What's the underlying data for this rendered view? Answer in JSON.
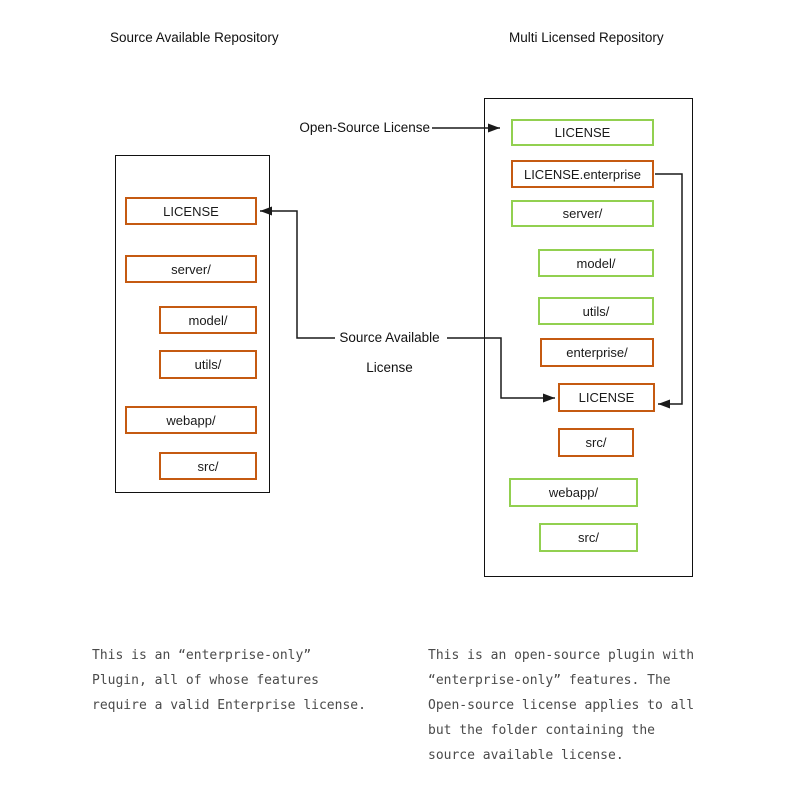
{
  "colors": {
    "orange_border": "#C55A11",
    "green_border": "#92D050",
    "line": "#1a1a1a",
    "background": "#ffffff"
  },
  "titles": {
    "left": "Source Available Repository",
    "right": "Multi Licensed Repository"
  },
  "left_repo": {
    "items": [
      {
        "label": "LICENSE",
        "color": "orange"
      },
      {
        "label": "server/",
        "color": "orange"
      },
      {
        "label": "model/",
        "color": "orange"
      },
      {
        "label": "utils/",
        "color": "orange"
      },
      {
        "label": "webapp/",
        "color": "orange"
      },
      {
        "label": "src/",
        "color": "orange"
      }
    ]
  },
  "right_repo": {
    "items": [
      {
        "label": "LICENSE",
        "color": "green"
      },
      {
        "label": "LICENSE.enterprise",
        "color": "orange"
      },
      {
        "label": "server/",
        "color": "green"
      },
      {
        "label": "model/",
        "color": "green"
      },
      {
        "label": "utils/",
        "color": "green"
      },
      {
        "label": "enterprise/",
        "color": "orange"
      },
      {
        "label": "LICENSE",
        "color": "orange"
      },
      {
        "label": "src/",
        "color": "orange"
      },
      {
        "label": "webapp/",
        "color": "green"
      },
      {
        "label": "src/",
        "color": "green"
      }
    ]
  },
  "arrow_labels": {
    "open_source": "Open-Source License",
    "source_available_line1": "Source Available",
    "source_available_line2": "License"
  },
  "notes": {
    "left": "This is an “enterprise-only”\nPlugin, all of whose features\nrequire a valid Enterprise license.",
    "right": "This is an open-source plugin with\n“enterprise-only” features. The\nOpen-source license applies to all\nbut the folder containing the\nsource available license."
  }
}
